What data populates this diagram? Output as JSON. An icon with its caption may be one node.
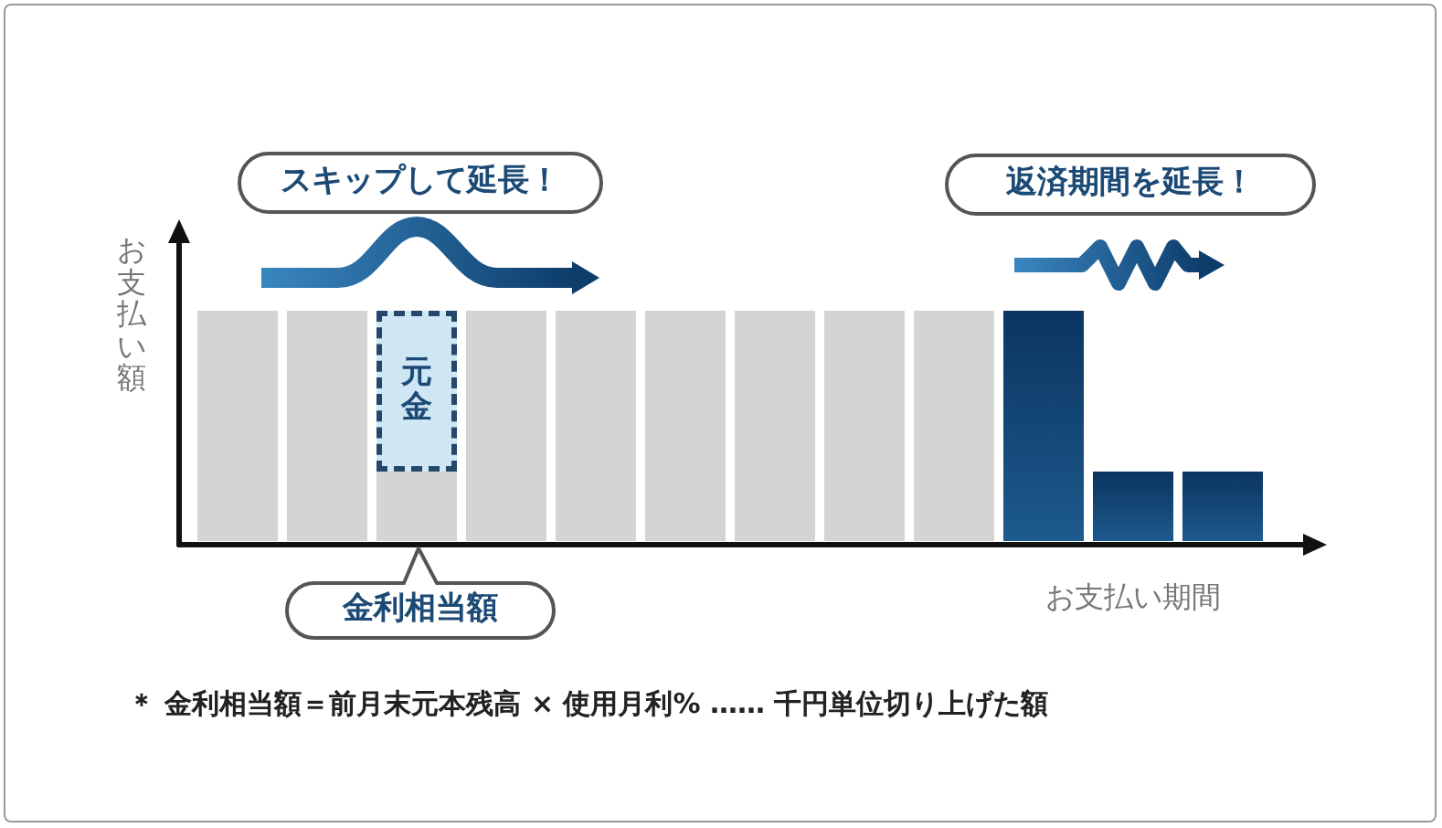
{
  "diagram": {
    "nodes": [
      {
        "text": [
          "スキップして延長！"
        ]
      },
      {
        "text": [
          "返済期間を延長！"
        ]
      },
      {
        "text": [],
        "shape": "bar"
      },
      {
        "text": [],
        "shape": "bar"
      },
      {
        "text": [],
        "shape": "bar"
      },
      {
        "text": [],
        "shape": "bar"
      },
      {
        "text": [],
        "shape": "bar"
      },
      {
        "text": [],
        "shape": "bar"
      },
      {
        "text": [],
        "shape": "bar"
      },
      {
        "text": [],
        "shape": "bar"
      },
      {
        "text": [],
        "shape": "bar"
      },
      {
        "text": [],
        "shape": "bar"
      },
      {
        "text": [],
        "shape": "bar"
      },
      {
        "text": [],
        "shape": "bar"
      },
      {
        "text": [
          "元金"
        ],
        "in": 4
      },
      {
        "text": [
          "金利相当額"
        ]
      }
    ],
    "edges": [],
    "labels": [
      "お支払い額",
      "お支払い期間",
      "＊ 金利相当額＝前月末元本残高 × 使用月利% …… 千円単位切り上げた額"
    ]
  }
}
